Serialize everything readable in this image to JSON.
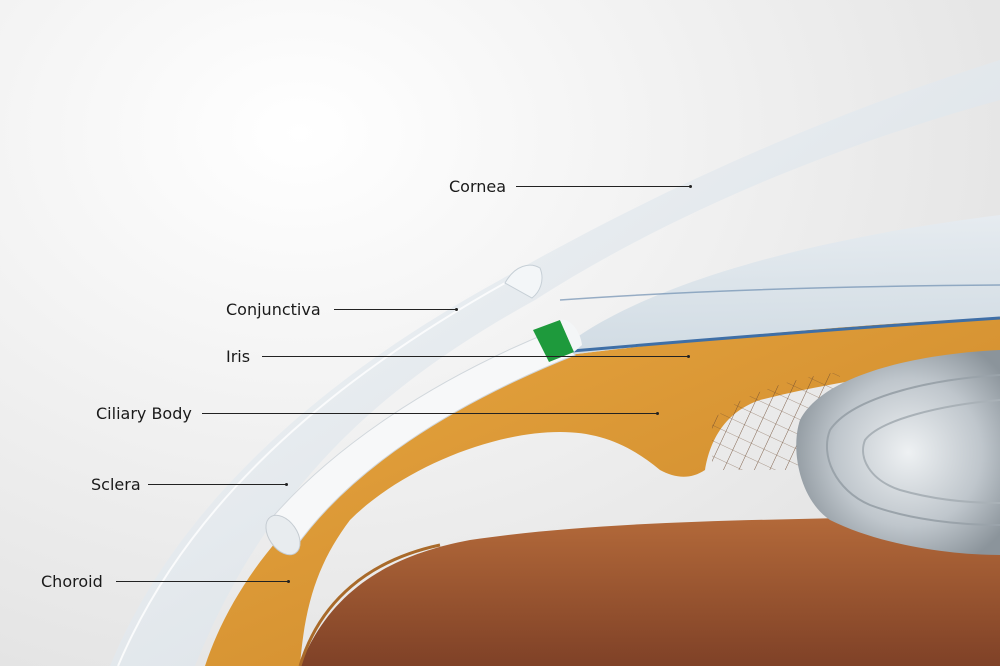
{
  "labels": {
    "cornea": "Cornea",
    "conjunctiva": "Conjunctiva",
    "iris": "Iris",
    "ciliary_body": "Ciliary Body",
    "sclera": "Sclera",
    "choroid": "Choroid"
  },
  "colors": {
    "cornea": "#dfe6ec",
    "sclera": "#f4f6f7",
    "ciliary_body": "#d99a36",
    "choroid": "#9c5a32",
    "lens": "#c9d0d6",
    "marker": "#1e9a3c",
    "aqueous_edge": "#3f6fa6"
  }
}
